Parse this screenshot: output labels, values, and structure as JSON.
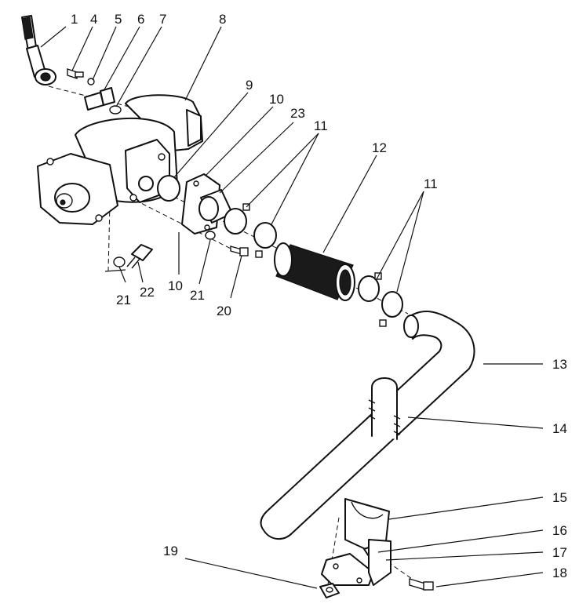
{
  "callouts": {
    "c1": "1",
    "c4": "4",
    "c5": "5",
    "c6": "6",
    "c7": "7",
    "c8": "8",
    "c9": "9",
    "c10a": "10",
    "c10b": "10",
    "c23": "23",
    "c11a": "11",
    "c12": "12",
    "c11b": "11",
    "c13": "13",
    "c14": "14",
    "c15": "15",
    "c16": "16",
    "c17": "17",
    "c18": "18",
    "c19": "19",
    "c20": "20",
    "c21a": "21",
    "c21b": "21",
    "c22": "22"
  }
}
